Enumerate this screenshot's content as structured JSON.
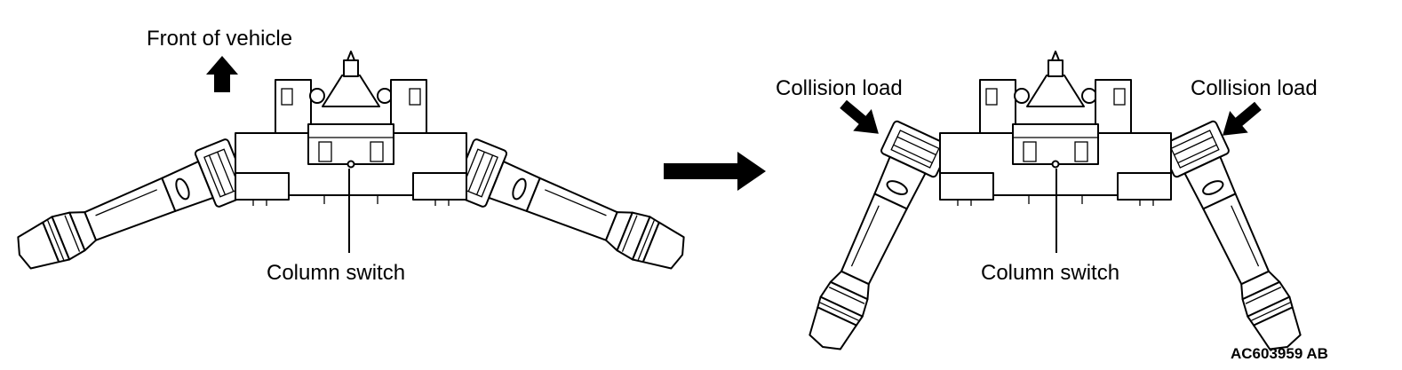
{
  "labels": {
    "front_of_vehicle": "Front of vehicle",
    "column_switch_left": "Column switch",
    "column_switch_right": "Column switch",
    "collision_load_left": "Collision load",
    "collision_load_right": "Collision load",
    "figure_code": "AC603959 AB"
  },
  "colors": {
    "ink": "#000000",
    "paper": "#ffffff"
  }
}
